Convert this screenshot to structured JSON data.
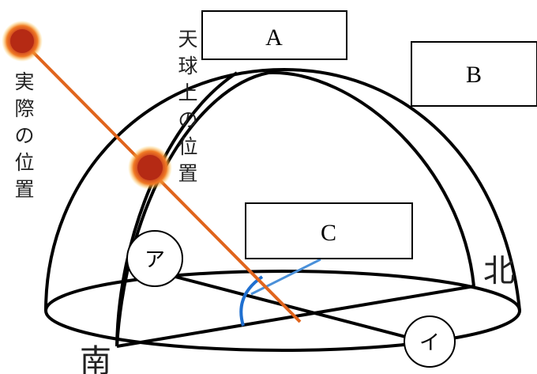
{
  "labels": {
    "box_a": "A",
    "box_b": "B",
    "box_c": "C",
    "circle_a": "ア",
    "circle_i": "イ",
    "south": "南",
    "north": "北",
    "actual_position": [
      "実",
      "際",
      "の",
      "位",
      "置"
    ],
    "sky_position": [
      "天",
      "球",
      "上",
      "の",
      "位",
      "置"
    ]
  },
  "colors": {
    "sun_line": "#e0641c",
    "angle_arc": "#1f6fd0",
    "pointer_line": "#4a90d9",
    "sun_core": "#c0301a",
    "sun_glow": "#f7b733"
  }
}
